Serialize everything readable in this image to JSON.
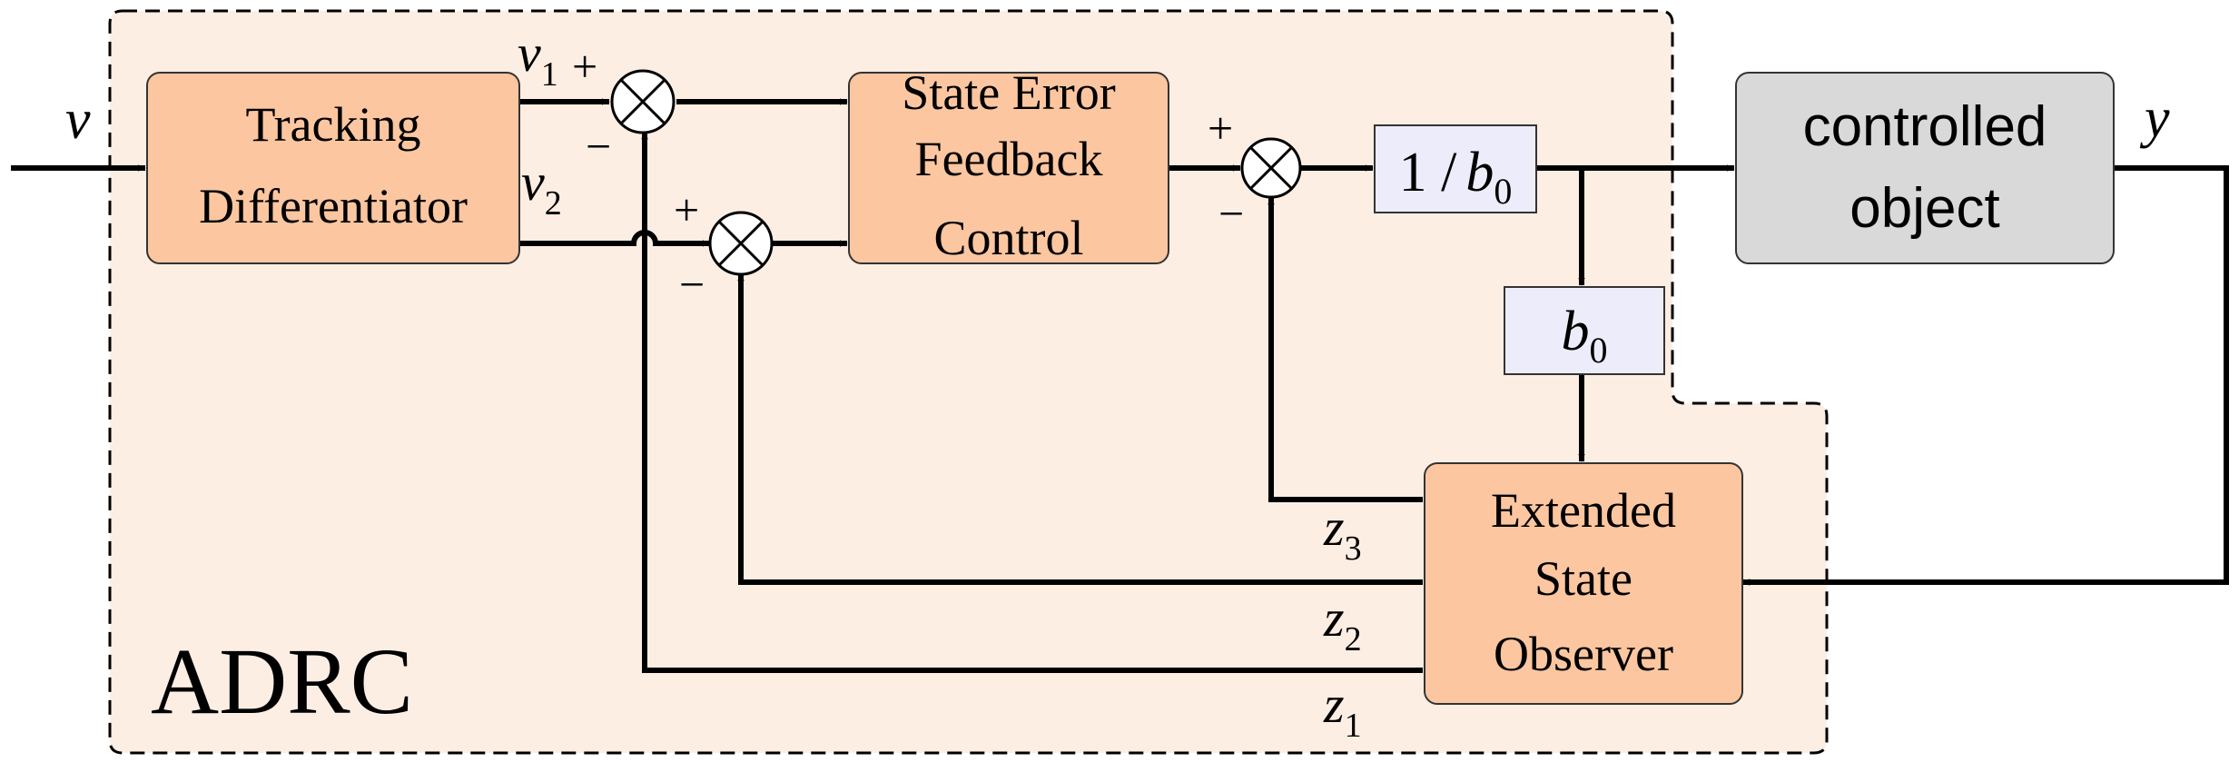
{
  "colors": {
    "adrc_fill": "#fdeee4",
    "block_fill": "#fbc6a0",
    "gain_fill": "#ececfb",
    "plant_fill": "#d9d9d9",
    "line": "#000000"
  },
  "adrc_label": "ADRC",
  "blocks": {
    "td": {
      "line1": "Tracking",
      "line2": "Differentiator"
    },
    "sef": {
      "line1": "State Error",
      "line2": "Feedback",
      "line3": "Control"
    },
    "inv_gain": {
      "prefix": "1 /",
      "symbol": "b",
      "subscript": "0"
    },
    "gain": {
      "symbol": "b",
      "subscript": "0"
    },
    "eso": {
      "line1": "Extended",
      "line2": "State",
      "line3": "Observer"
    },
    "plant": {
      "line1": "controlled",
      "line2": "object"
    }
  },
  "signals": {
    "input": "v",
    "output": "y",
    "v1": {
      "symbol": "v",
      "subscript": "1"
    },
    "v2": {
      "symbol": "v",
      "subscript": "2"
    },
    "z1": {
      "symbol": "z",
      "subscript": "1"
    },
    "z2": {
      "symbol": "z",
      "subscript": "2"
    },
    "z3": {
      "symbol": "z",
      "subscript": "3"
    }
  },
  "signs": {
    "sum1_plus": "+",
    "sum1_minus": "−",
    "sum2_plus": "+",
    "sum2_minus": "−",
    "sum3_plus": "+",
    "sum3_minus": "−"
  }
}
